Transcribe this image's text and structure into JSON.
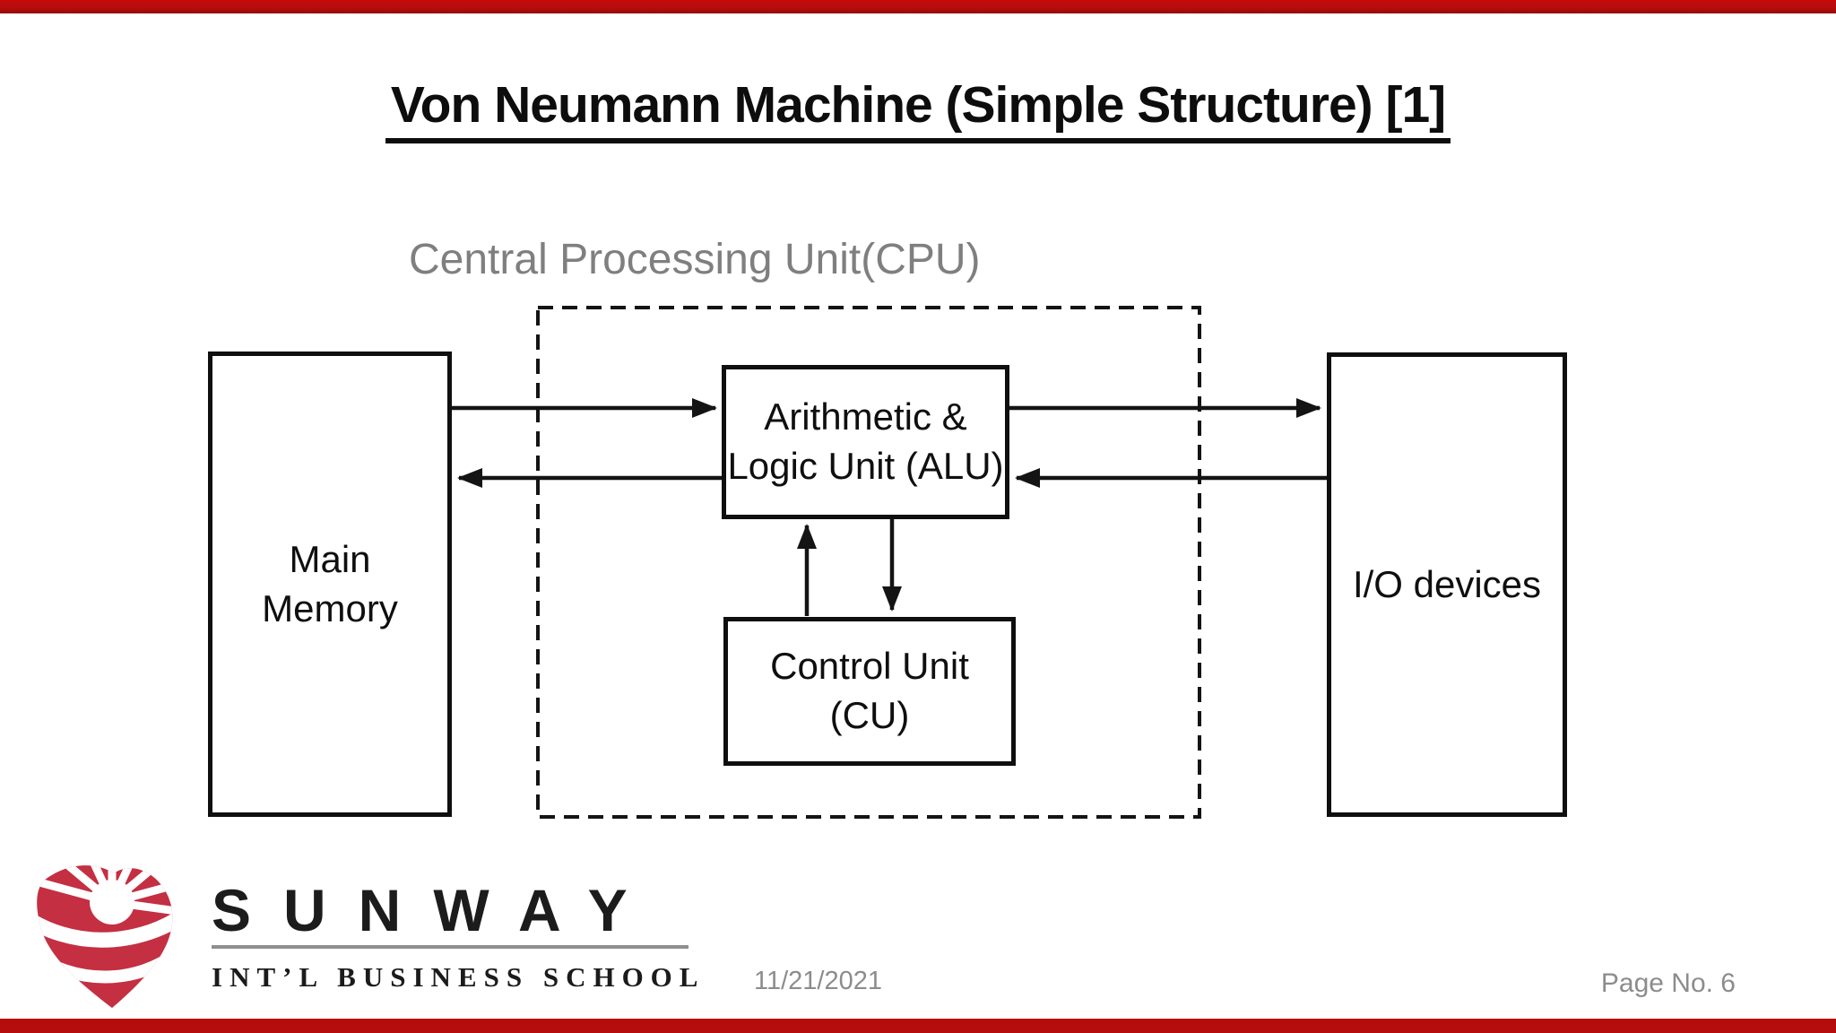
{
  "slide": {
    "title": "Von Neumann Machine (Simple Structure) [1]",
    "date": "11/21/2021",
    "page_label": "Page No. 6"
  },
  "diagram": {
    "cpu_group_label": "Central Processing Unit(CPU)",
    "nodes": {
      "main_memory": {
        "lines": [
          "Main",
          "Memory"
        ]
      },
      "alu": {
        "lines": [
          "Arithmetic &",
          "Logic Unit (ALU)"
        ]
      },
      "cu": {
        "lines": [
          "Control Unit",
          "(CU)"
        ]
      },
      "io": {
        "lines": [
          "I/O devices"
        ]
      }
    },
    "connections": [
      {
        "from": "Main Memory",
        "to": "Arithmetic & Logic Unit (ALU)",
        "direction": "right"
      },
      {
        "from": "Arithmetic & Logic Unit (ALU)",
        "to": "Main Memory",
        "direction": "left"
      },
      {
        "from": "Arithmetic & Logic Unit (ALU)",
        "to": "I/O devices",
        "direction": "right"
      },
      {
        "from": "I/O devices",
        "to": "Arithmetic & Logic Unit (ALU)",
        "direction": "left"
      },
      {
        "from": "Control Unit (CU)",
        "to": "Arithmetic & Logic Unit (ALU)",
        "direction": "up"
      },
      {
        "from": "Arithmetic & Logic Unit (ALU)",
        "to": "Control Unit (CU)",
        "direction": "down"
      }
    ]
  },
  "footer": {
    "logo_brand": "SUNWAY",
    "logo_subtitle": "INT’L BUSINESS SCHOOL"
  },
  "colors": {
    "bar_red": "#b50d0d",
    "logo_red": "#c42f42",
    "ink": "#141414",
    "cpu_label_gray": "#7f7f7f",
    "muted_gray": "#8c8c8c"
  }
}
